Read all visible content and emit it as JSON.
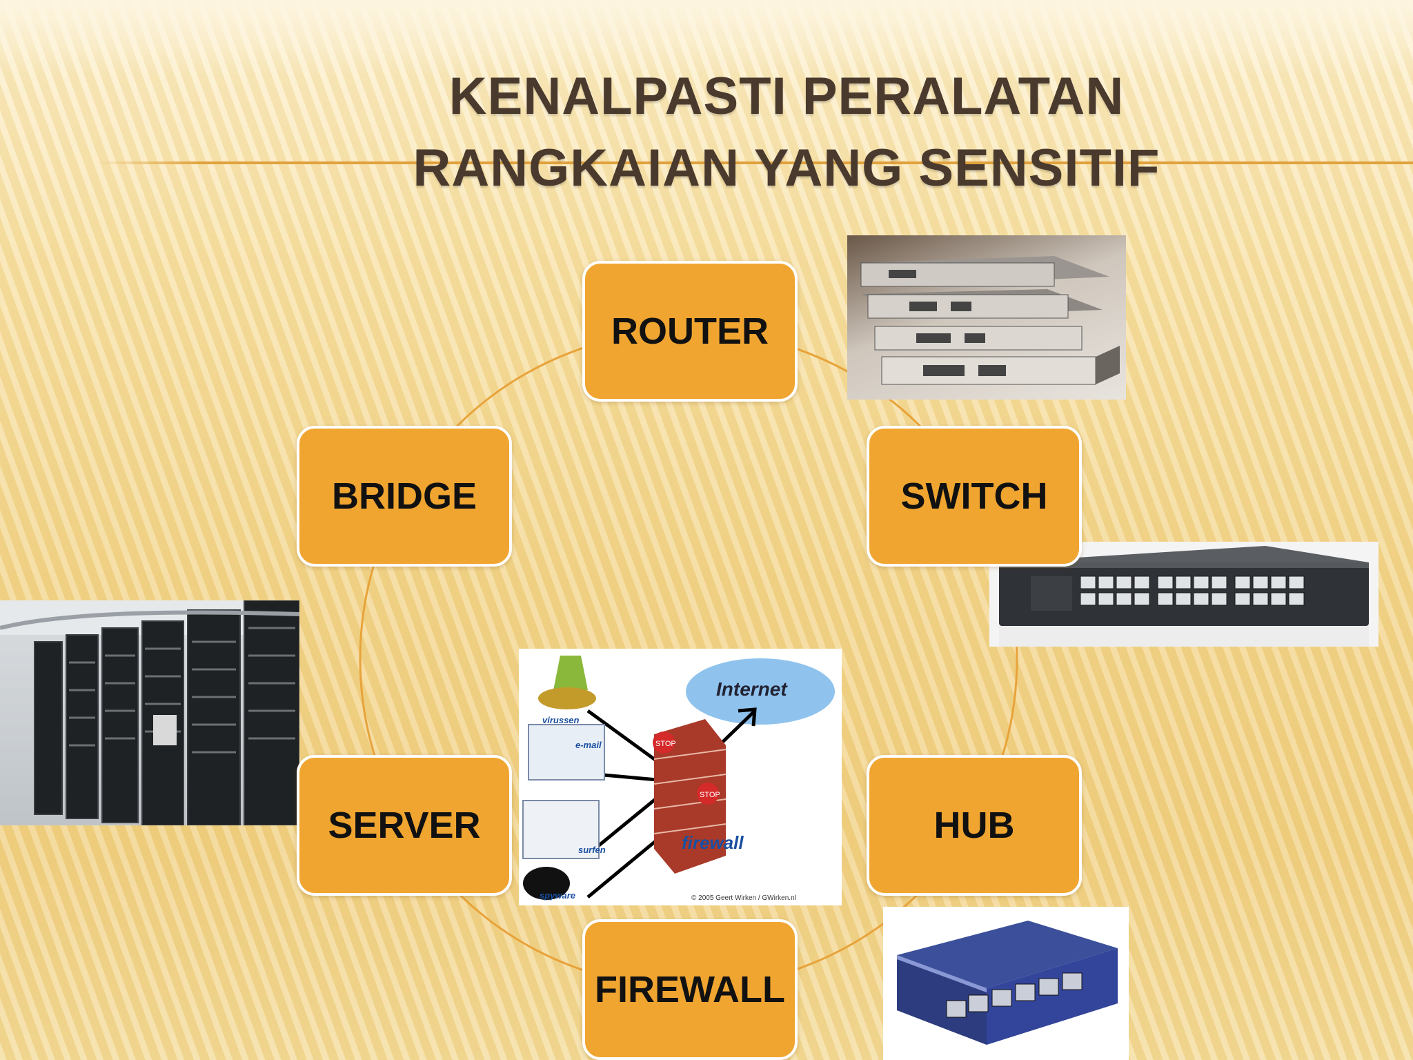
{
  "title": {
    "line1": "KENALPASTI PERALATAN",
    "line2": "RANGKAIAN YANG SENSITIF"
  },
  "nodes": {
    "router": "ROUTER",
    "switch": "SWITCH",
    "hub": "HUB",
    "firewall": "FIREWALL",
    "server": "SERVER",
    "bridge": "BRIDGE"
  },
  "firewall_image": {
    "internet": "Internet",
    "firewall": "firewall",
    "virussen": "virussen",
    "email": "e-mail",
    "surfen": "surfen",
    "spyware": "spyware",
    "stop": "STOP",
    "credit": "© 2005 Geert Wirken / GWirken.nl"
  },
  "colors": {
    "node_fill": "#f0a530",
    "node_border": "#ffffff",
    "ring": "#e8a33a",
    "title": "#4a3a2e"
  }
}
